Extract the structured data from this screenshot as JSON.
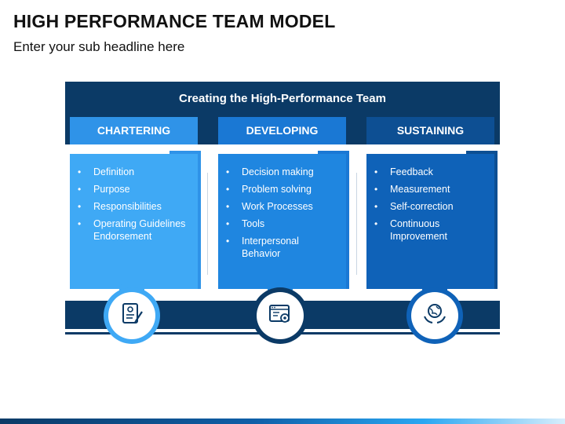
{
  "title": "HIGH PERFORMANCE TEAM MODEL",
  "subtitle": "Enter your sub headline here",
  "header": {
    "title": "Creating the High-Performance Team"
  },
  "columns": [
    {
      "heading": "CHARTERING",
      "items": [
        "Definition",
        "Purpose",
        "Responsibilities",
        "Operating Guidelines Endorsement"
      ],
      "icon": "document-checklist-icon",
      "color": "#3fa9f5",
      "head_color": "#2f93e8"
    },
    {
      "heading": "DEVELOPING",
      "items": [
        "Decision making",
        "Problem solving",
        "Work Processes",
        "Tools",
        "Interpersonal Behavior"
      ],
      "icon": "browser-tools-icon",
      "color": "#1f86e0",
      "head_color": "#1a78d4"
    },
    {
      "heading": "SUSTAINING",
      "items": [
        "Feedback",
        "Measurement",
        "Self-correction",
        "Continuous Improvement"
      ],
      "icon": "globe-hands-icon",
      "color": "#0f62b8",
      "head_color": "#0d4f93"
    }
  ],
  "colors": {
    "navy": "#0b3a66",
    "footer_gradient": [
      "#0b3a66",
      "#0f5fa8",
      "#2aa7f2",
      "#d8eefc"
    ]
  }
}
